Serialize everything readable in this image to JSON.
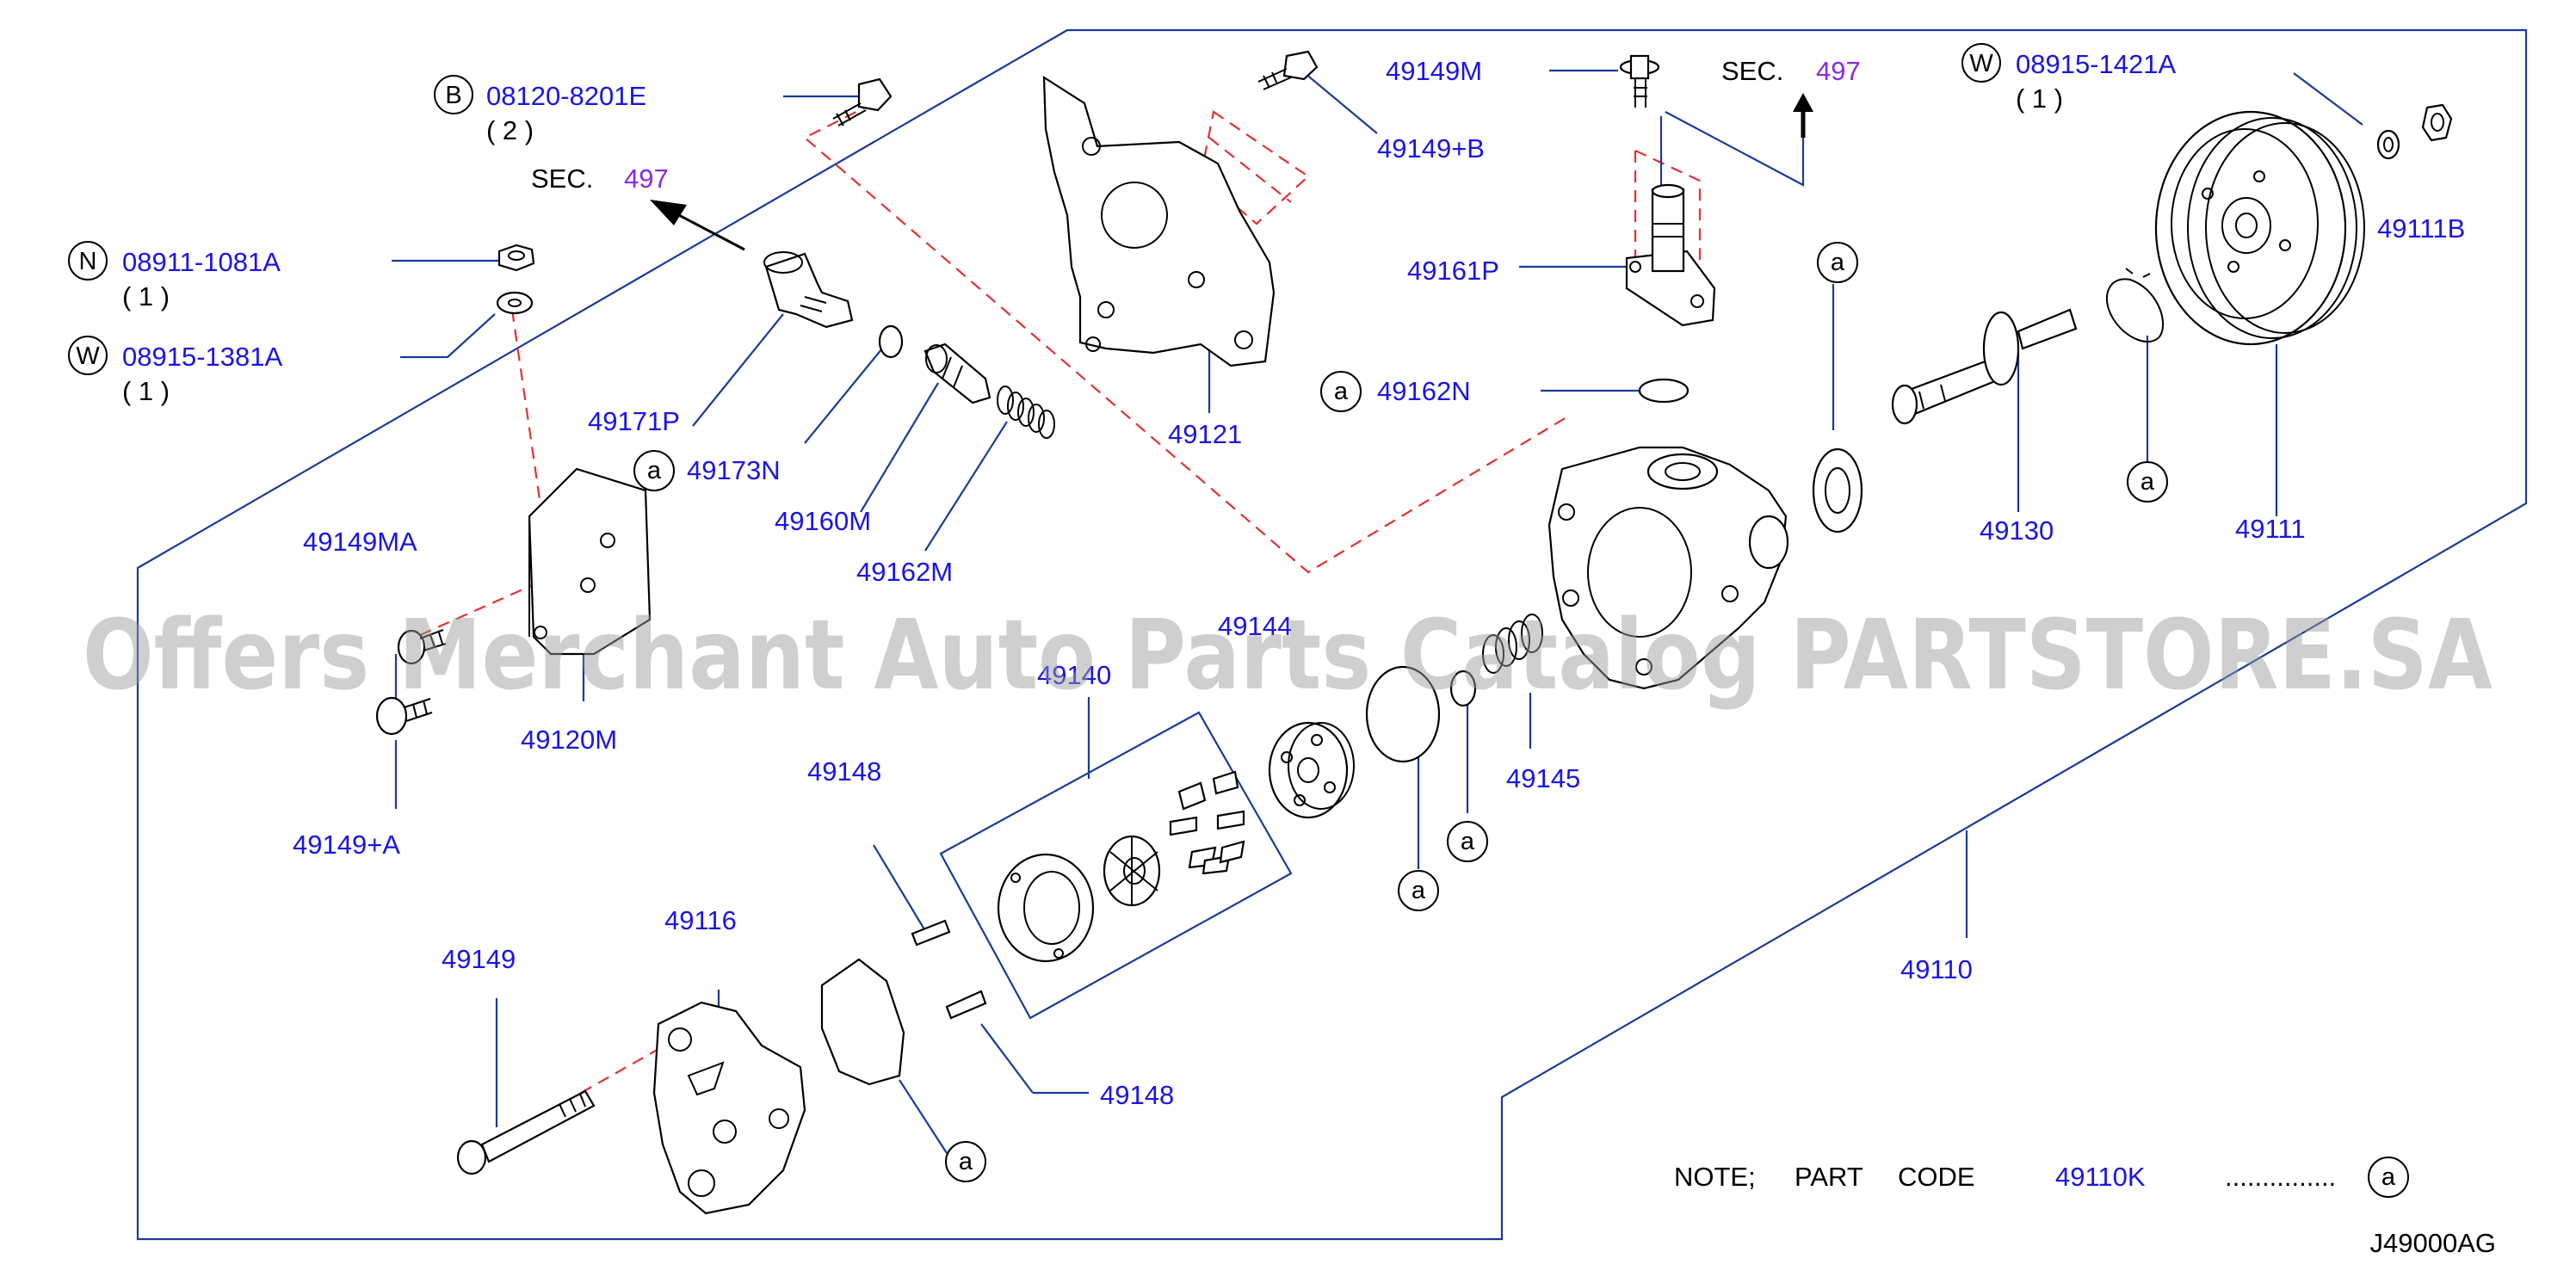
{
  "diagram": {
    "diagram_code": "J49000AG",
    "watermark": "Offers Merchant Auto Parts Catalog PARTSTORE.SA",
    "note": {
      "prefix": "NOTE;",
      "part": "PART",
      "code_word": "CODE",
      "code": "49110K",
      "dots": "...............",
      "symbol": "a"
    },
    "sections": [
      {
        "prefix": "SEC.",
        "number": "497"
      },
      {
        "prefix": "SEC.",
        "number": "497"
      }
    ],
    "fasteners": [
      {
        "symbol": "B",
        "code": "08120-8201E",
        "qty": "( 2 )"
      },
      {
        "symbol": "N",
        "code": "08911-1081A",
        "qty": "( 1 )"
      },
      {
        "symbol": "W",
        "code": "08915-1381A",
        "qty": "( 1 )"
      },
      {
        "symbol": "W",
        "code": "08915-1421A",
        "qty": "( 1 )"
      }
    ],
    "parts": {
      "p49149M": "49149M",
      "p49149B": "49149+B",
      "p49111B": "49111B",
      "p49161P": "49161P",
      "p49121": "49121",
      "p49162N": "49162N",
      "p49171P": "49171P",
      "p49173N": "49173N",
      "p49160M": "49160M",
      "p49162M": "49162M",
      "p49130": "49130",
      "p49111": "49111",
      "p49149MA": "49149MA",
      "p49120M": "49120M",
      "p49149A": "49149+A",
      "p49144": "49144",
      "p49140": "49140",
      "p49145": "49145",
      "p49148a": "49148",
      "p49148b": "49148",
      "p49116": "49116",
      "p49149": "49149",
      "p49110": "49110"
    },
    "callout_symbol": "a"
  }
}
